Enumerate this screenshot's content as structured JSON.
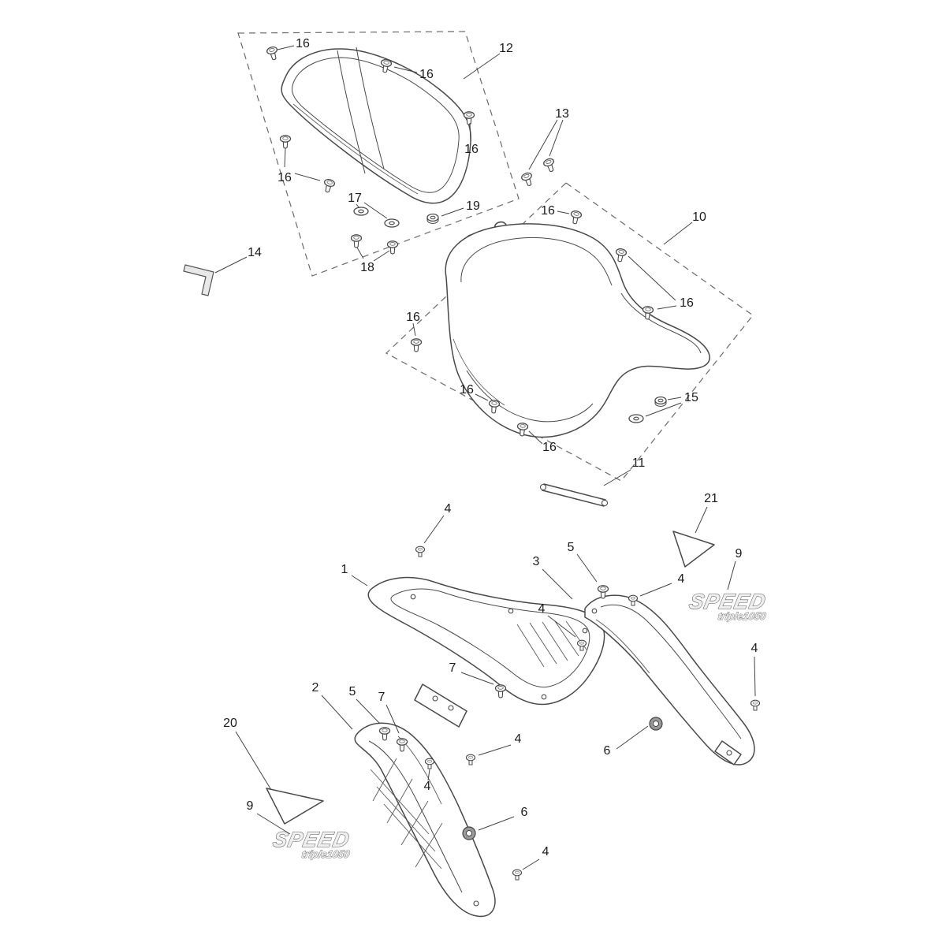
{
  "brand": {
    "speed": "SPEED",
    "sub": "triple1050"
  },
  "callouts": [
    {
      "label": "16"
    },
    {
      "label": "12"
    },
    {
      "label": "16"
    },
    {
      "label": "16"
    },
    {
      "label": "16"
    },
    {
      "label": "17"
    },
    {
      "label": "19"
    },
    {
      "label": "18"
    },
    {
      "label": "13"
    },
    {
      "label": "14"
    },
    {
      "label": "16"
    },
    {
      "label": "10"
    },
    {
      "label": "16"
    },
    {
      "label": "16"
    },
    {
      "label": "16"
    },
    {
      "label": "16"
    },
    {
      "label": "15"
    },
    {
      "label": "11"
    },
    {
      "label": "4"
    },
    {
      "label": "21"
    },
    {
      "label": "9"
    },
    {
      "label": "1"
    },
    {
      "label": "3"
    },
    {
      "label": "5"
    },
    {
      "label": "4"
    },
    {
      "label": "4"
    },
    {
      "label": "7"
    },
    {
      "label": "2"
    },
    {
      "label": "5"
    },
    {
      "label": "7"
    },
    {
      "label": "4"
    },
    {
      "label": "4"
    },
    {
      "label": "4"
    },
    {
      "label": "6"
    },
    {
      "label": "20"
    },
    {
      "label": "9"
    },
    {
      "label": "6"
    },
    {
      "label": "4"
    }
  ]
}
